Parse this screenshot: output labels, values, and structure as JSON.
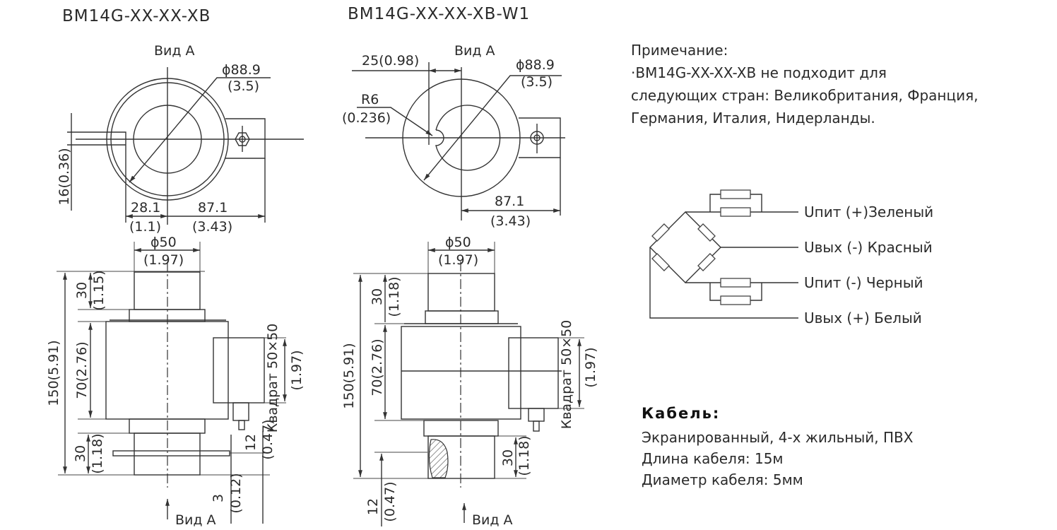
{
  "left_model": {
    "title": "BM14G-XX-XX-XB",
    "top_view": {
      "label": "Вид А",
      "dia": "ϕ88.9",
      "dia_in": "(3.5)",
      "d1": "28.1",
      "d1_in": "(1.1)",
      "d2": "87.1",
      "d2_in": "(3.43)",
      "cable": "16(0.36)"
    },
    "side_view": {
      "dia": "ϕ50",
      "dia_in": "(1.97)",
      "h_total": "150(5.91)",
      "h_top": "30",
      "h_top_in": "(1.15)",
      "h_body": "70(2.76)",
      "h_bot": "30",
      "h_bot_in": "(1.18)",
      "box": "Квадрат 50×50",
      "box_in": "(1.97)",
      "p12": "12",
      "p12_in": "(0.47)",
      "p3": "3",
      "p3_in": "(0.12)",
      "view_arrow": "Вид А"
    }
  },
  "right_model": {
    "title": "BM14G-XX-XX-XB-W1",
    "top_view": {
      "label": "Вид А",
      "offset": "25(0.98)",
      "r": "R6",
      "r_in": "(0.236)",
      "dia": "ϕ88.9",
      "dia_in": "(3.5)",
      "d2": "87.1",
      "d2_in": "(3.43)"
    },
    "side_view": {
      "dia": "ϕ50",
      "dia_in": "(1.97)",
      "h_total": "150(5.91)",
      "h_top": "30",
      "h_top_in": "(1.18)",
      "h_body": "70(2.76)",
      "h_bot": "30",
      "h_bot_in": "(1.18)",
      "box": "Квадрат 50×50",
      "box_in": "(1.97)",
      "p12": "12",
      "p12_in": "(0.47)",
      "view_arrow": "Вид А"
    }
  },
  "note": {
    "heading": "Примечание:",
    "lines": [
      "·BM14G-XX-XX-XB не подходит для",
      "следующих стран: Великобритания, Франция,",
      "Германия, Италия, Нидерланды."
    ]
  },
  "wiring": [
    "Uпит (+)Зеленый",
    "Uвых (-) Красный",
    "Uпит (-) Черный",
    "Uвых (+) Белый"
  ],
  "cable": {
    "heading": "Кабель:",
    "lines": [
      "Экранированный, 4-х жильный, ПВХ",
      "Длина кабеля: 15м",
      "Диаметр кабеля: 5мм"
    ]
  }
}
